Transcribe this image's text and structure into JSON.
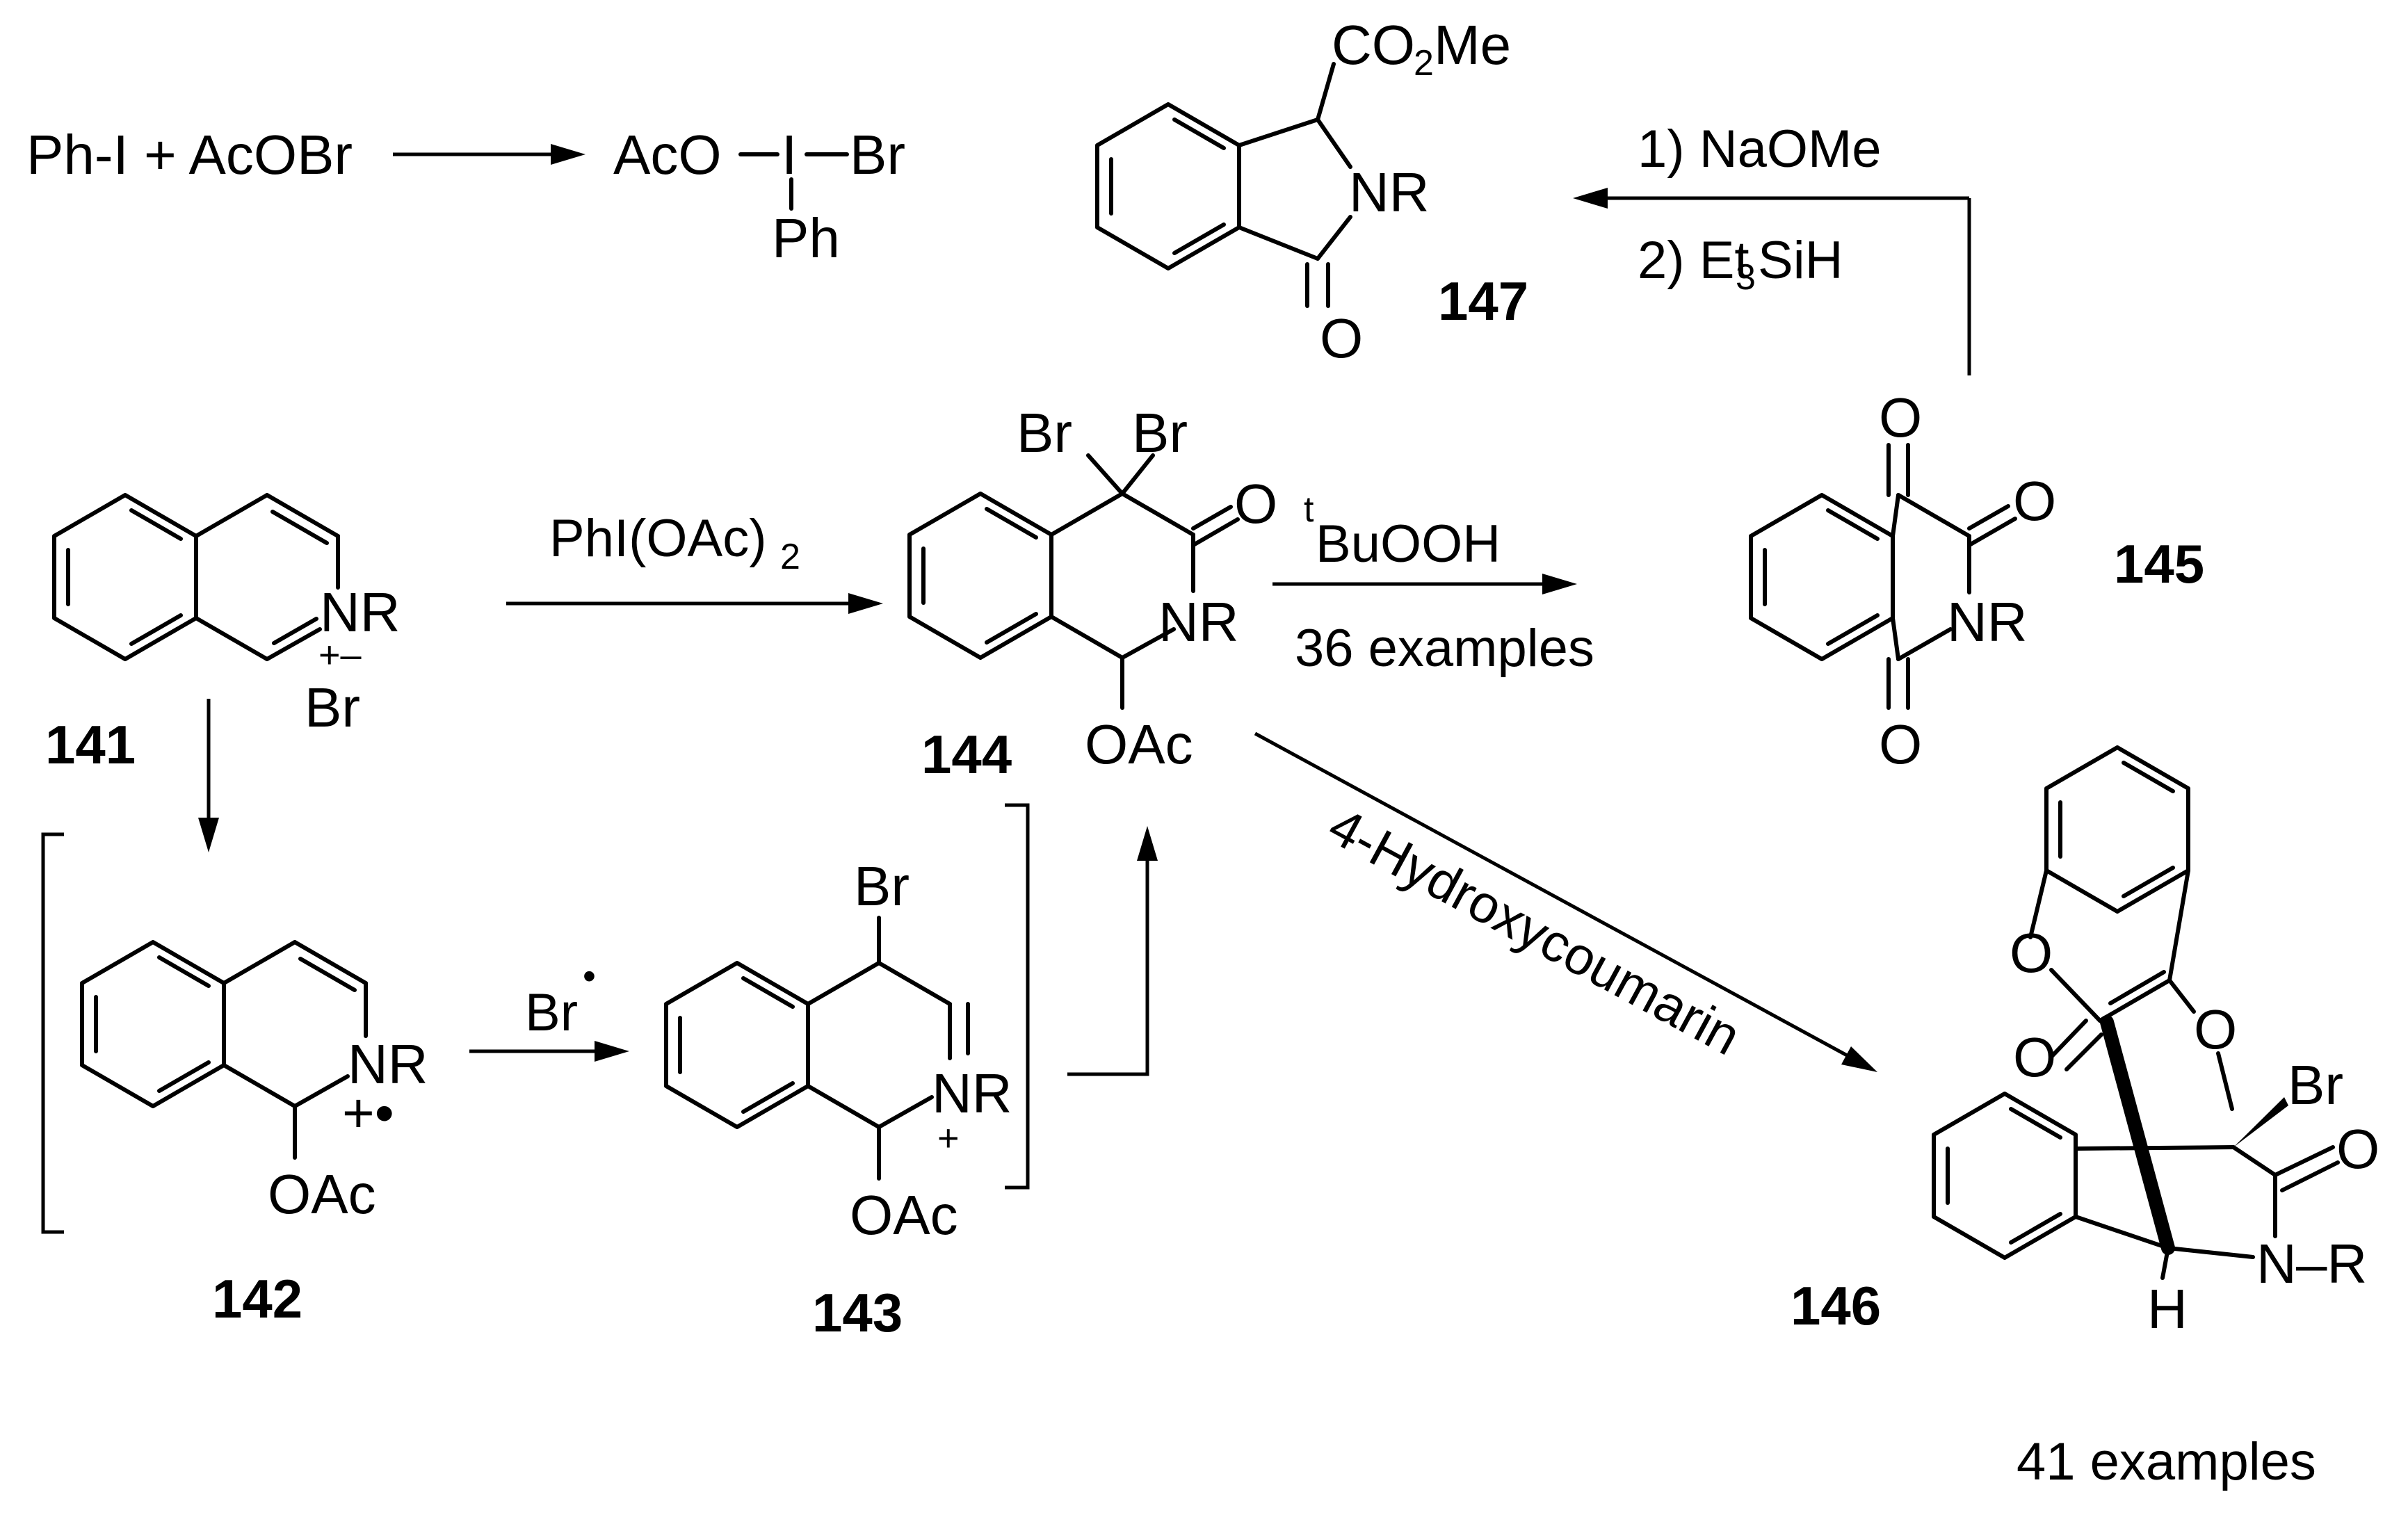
{
  "reagent_equation": {
    "reactants": "Ph-I + AcOBr",
    "product": {
      "aco": "AcO",
      "iodine": "I",
      "bromine": "Br",
      "phenyl": "Ph"
    }
  },
  "compounds": {
    "c141": {
      "number": "141",
      "nr": "NR",
      "charges": "+–",
      "counterion": "Br"
    },
    "c142": {
      "number": "142",
      "nr": "NR",
      "radical_cation": "+•",
      "oac": "OAc"
    },
    "c143": {
      "number": "143",
      "nr": "NR",
      "plus": "+",
      "br": "Br",
      "oac": "OAc"
    },
    "c144": {
      "number": "144",
      "br_left": "Br",
      "br_right": "Br",
      "o": "O",
      "nr": "NR",
      "oac": "OAc"
    },
    "c145": {
      "number": "145",
      "o_top": "O",
      "o_right": "O",
      "nr": "NR",
      "o_bottom": "O"
    },
    "c146": {
      "number": "146",
      "o_ring": "O",
      "o_carbonyl": "O",
      "o_ether": "O",
      "br": "Br",
      "o_lactam": "O",
      "n": "N",
      "dash_r": "–R",
      "h": "H"
    },
    "c147": {
      "number": "147",
      "co2me_co": "CO",
      "co2me_sub": "2",
      "co2me_me": "Me",
      "nr": "NR",
      "o": "O"
    }
  },
  "arrows": {
    "to_144": {
      "reagent_main": "PhI(OAc)",
      "reagent_sub": "2"
    },
    "to_145": {
      "sup": "t",
      "reagent": "BuOOH",
      "note": "36 examples"
    },
    "to_147": {
      "step1": "1) NaOMe",
      "step2_pre": "2) Et",
      "step2_sub": "3",
      "step2_post": "SiH"
    },
    "to_143": {
      "reagent": "Br",
      "dot": "•"
    },
    "to_146": {
      "reagent": "4-Hydroxycoumarin"
    }
  },
  "footer_note": "41 examples"
}
